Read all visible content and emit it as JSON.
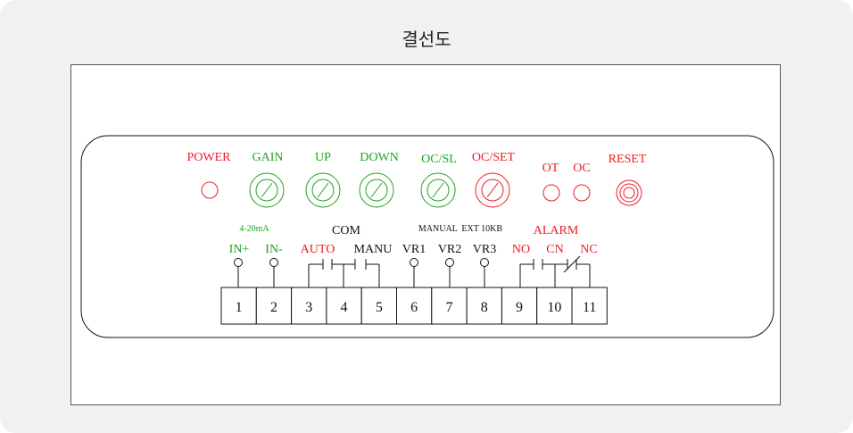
{
  "page": {
    "title": "결선도"
  },
  "colors": {
    "red": "#ee1c24",
    "green": "#1fa31f",
    "black": "#111111"
  },
  "indicators": [
    {
      "key": "power",
      "label": "POWER",
      "color": "red",
      "kind": "lamp"
    },
    {
      "key": "gain",
      "label": "GAIN",
      "color": "green",
      "kind": "pot"
    },
    {
      "key": "up",
      "label": "UP",
      "color": "green",
      "kind": "pot"
    },
    {
      "key": "down",
      "label": "DOWN",
      "color": "green",
      "kind": "pot"
    },
    {
      "key": "ocsl",
      "label": "OC/SL",
      "color": "green",
      "kind": "pot"
    },
    {
      "key": "ocset",
      "label": "OC/SET",
      "color": "red",
      "kind": "pot"
    },
    {
      "key": "ot",
      "label": "OT",
      "color": "red",
      "kind": "lamp"
    },
    {
      "key": "oc",
      "label": "OC",
      "color": "red",
      "kind": "lamp"
    },
    {
      "key": "reset",
      "label": "RESET",
      "color": "red",
      "kind": "button"
    }
  ],
  "group_labels": {
    "analog": "4-20mA",
    "com": "COM",
    "manual": "MANUAL  EXT 10KB",
    "alarm": "ALARM"
  },
  "terminal_labels": [
    {
      "text": "IN+",
      "color": "green"
    },
    {
      "text": "IN-",
      "color": "green"
    },
    {
      "text": "AUTO",
      "color": "red"
    },
    {
      "text": "MANU",
      "color": "black"
    },
    {
      "text": "VR1",
      "color": "black"
    },
    {
      "text": "VR2",
      "color": "black"
    },
    {
      "text": "VR3",
      "color": "black"
    },
    {
      "text": "NO",
      "color": "red"
    },
    {
      "text": "CN",
      "color": "red"
    },
    {
      "text": "NC",
      "color": "red"
    }
  ],
  "terminals": [
    "1",
    "2",
    "3",
    "4",
    "5",
    "6",
    "7",
    "8",
    "9",
    "10",
    "11"
  ]
}
